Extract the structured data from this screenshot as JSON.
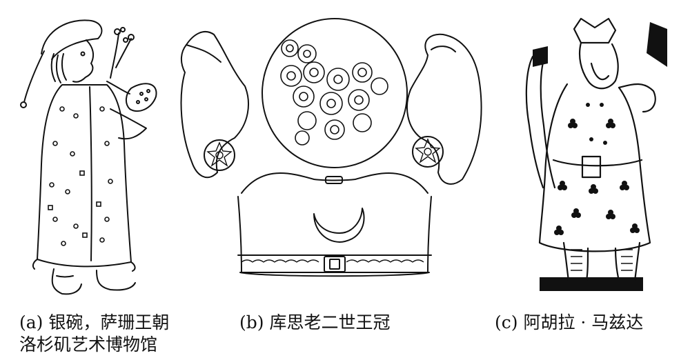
{
  "figures": [
    {
      "id": "a",
      "caption_line1": "(a) 银碗，萨珊王朝",
      "caption_line2": "洛杉矶艺术博物馆"
    },
    {
      "id": "b",
      "caption_line1": "(b) 库思老二世王冠"
    },
    {
      "id": "c",
      "caption_line1": "(c) 阿胡拉 · 马兹达"
    }
  ]
}
